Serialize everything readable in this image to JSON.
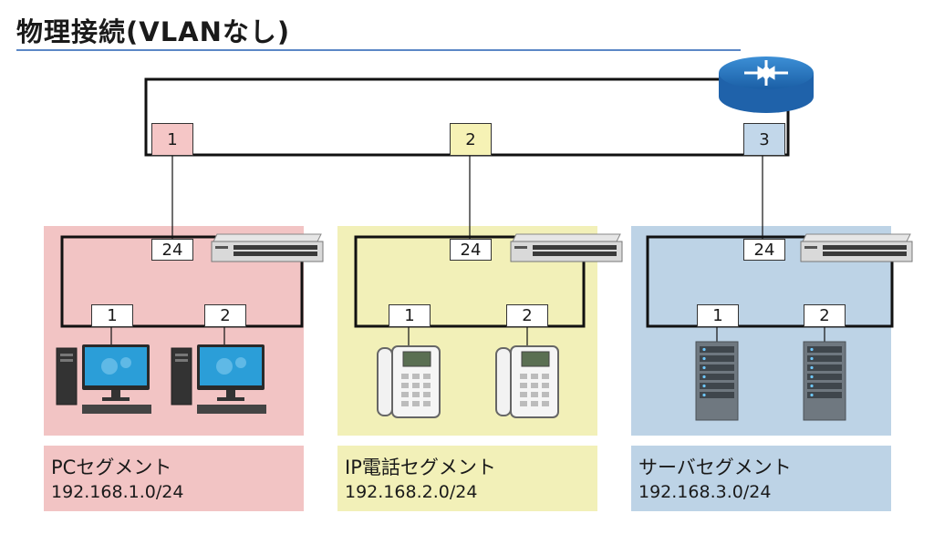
{
  "title": "物理接続(VLANなし)",
  "colors": {
    "pc": "#f2c4c4",
    "phone": "#f2f0b8",
    "server": "#bdd3e6",
    "rule": "#5b87c6"
  },
  "router": {
    "icon": "router-icon",
    "ports": [
      "1",
      "2",
      "3"
    ]
  },
  "segments": [
    {
      "id": "pc",
      "name": "PCセグメント",
      "network": "192.168.1.0/24",
      "uplink_port": "24",
      "device_ports": [
        "1",
        "2"
      ],
      "device_icon": "desktop-pc-icon"
    },
    {
      "id": "phone",
      "name": "IP電話セグメント",
      "network": "192.168.2.0/24",
      "uplink_port": "24",
      "device_ports": [
        "1",
        "2"
      ],
      "device_icon": "ip-phone-icon"
    },
    {
      "id": "server",
      "name": "サーバセグメント",
      "network": "192.168.3.0/24",
      "uplink_port": "24",
      "device_ports": [
        "1",
        "2"
      ],
      "device_icon": "server-icon"
    }
  ]
}
